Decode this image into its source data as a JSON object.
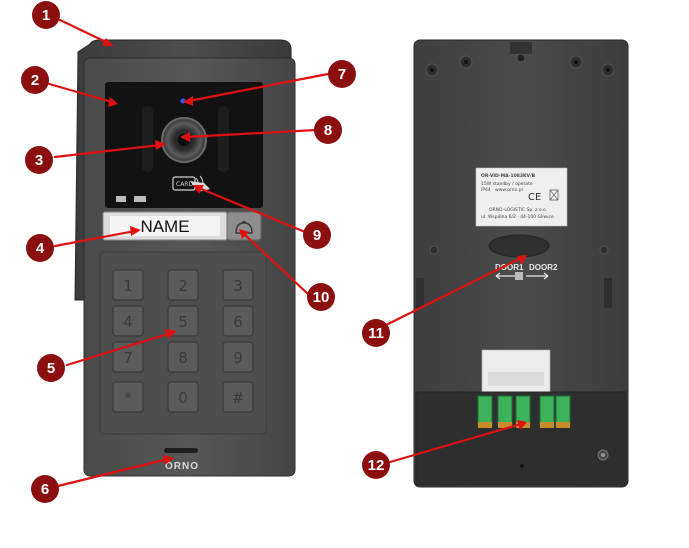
{
  "front": {
    "name_plate": "NAME",
    "keys": [
      "1",
      "2",
      "3",
      "4",
      "5",
      "6",
      "7",
      "8",
      "9",
      "*",
      "0",
      "#"
    ],
    "card_label": "CARD",
    "brand": "ORNO"
  },
  "back": {
    "product_label": {
      "model": "OR-VID-MA-1083KV/B",
      "line1": "15W standby / operate",
      "line2": "IP44 · www.orno.pl",
      "company": "ORNO-LOGISTIC Sp. z o.o.",
      "address": "ul. Wspólna 6/2 · 44-100 Gliwice"
    },
    "door1": "DOOR1",
    "door2": "DOOR2"
  },
  "callouts": [
    {
      "n": "1"
    },
    {
      "n": "2"
    },
    {
      "n": "3"
    },
    {
      "n": "4"
    },
    {
      "n": "5"
    },
    {
      "n": "6"
    },
    {
      "n": "7"
    },
    {
      "n": "8"
    },
    {
      "n": "9"
    },
    {
      "n": "10"
    },
    {
      "n": "11"
    },
    {
      "n": "12"
    }
  ],
  "colors": {
    "callout": "#8b0f0f",
    "arrow": "#e01010",
    "panel": "#4a4a4a",
    "terminal": "#3cb35a"
  }
}
